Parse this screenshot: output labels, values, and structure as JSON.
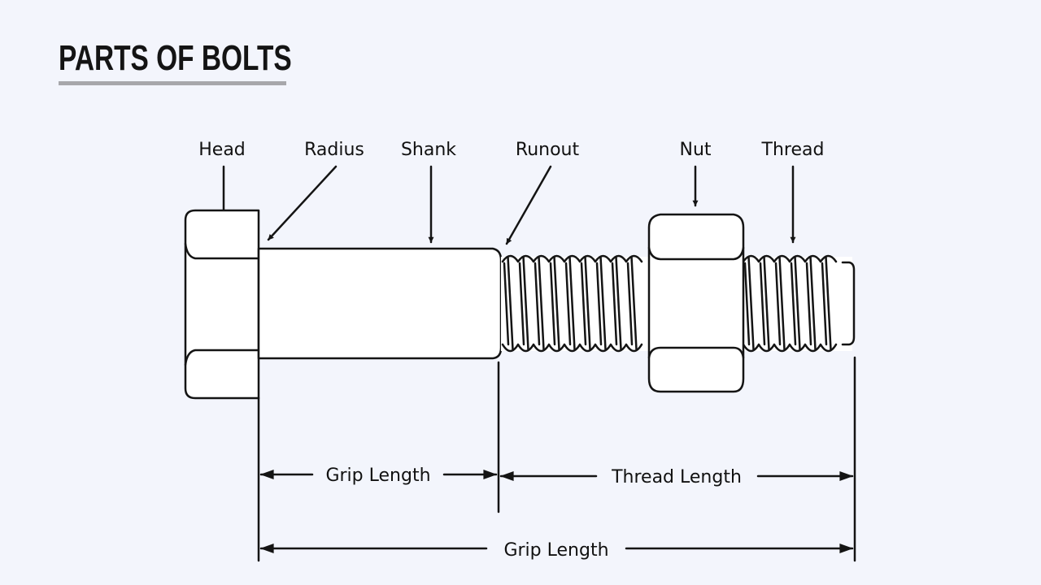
{
  "title": "PARTS OF BOLTS",
  "labels": {
    "head": "Head",
    "radius": "Radius",
    "shank": "Shank",
    "runout": "Runout",
    "nut": "Nut",
    "thread": "Thread"
  },
  "dimensions": {
    "grip_length_upper": "Grip Length",
    "thread_length": "Thread Length",
    "grip_length_lower": "Grip Length"
  },
  "colors": {
    "background": "#f3f5fc",
    "line": "#141414",
    "underline": "#a7a7ab"
  }
}
